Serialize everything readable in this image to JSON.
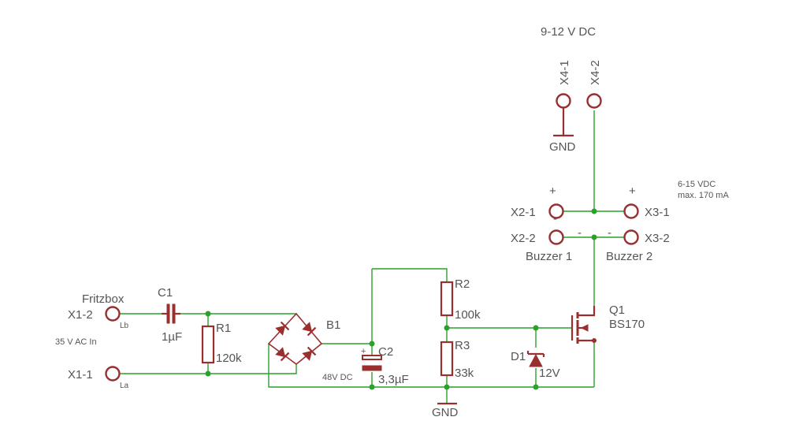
{
  "labels": {
    "supply_title": "9-12 V DC",
    "x4_1": "X4-1",
    "x4_2": "X4-2",
    "gnd_top": "GND",
    "x3_spec_1": "6-15 VDC",
    "x3_spec_2": "max. 170 mA",
    "plus_left": "+",
    "plus_right": "+",
    "minus_a": "-",
    "minus_b": "-",
    "minus_c": "-",
    "x2_1": "X2-1",
    "x3_1": "X3-1",
    "x2_2": "X2-2",
    "x3_2": "X3-2",
    "buzzer_1": "Buzzer 1",
    "buzzer_2": "Buzzer 2",
    "fritzbox": "Fritzbox",
    "x1_2": "X1-2",
    "lb": "Lb",
    "ac_in": "35 V AC In",
    "x1_1": "X1-1",
    "la": "La",
    "c1_name": "C1",
    "c1_value": "1µF",
    "r1_name": "R1",
    "r1_value": "120k",
    "b1_name": "B1",
    "c2_name": "C2",
    "c2_plus": "+",
    "c2_value": "3,3µF",
    "c2_rating": "48V DC",
    "r2_name": "R2",
    "r2_value": "100k",
    "r3_name": "R3",
    "r3_value": "33k",
    "gnd_bottom": "GND",
    "d1_name": "D1",
    "d1_value": "12V",
    "q1_name": "Q1",
    "q1_value": "BS170"
  },
  "colors": {
    "wire": "#2aa12a",
    "component": "#9a2f2f",
    "label": "#555555"
  }
}
